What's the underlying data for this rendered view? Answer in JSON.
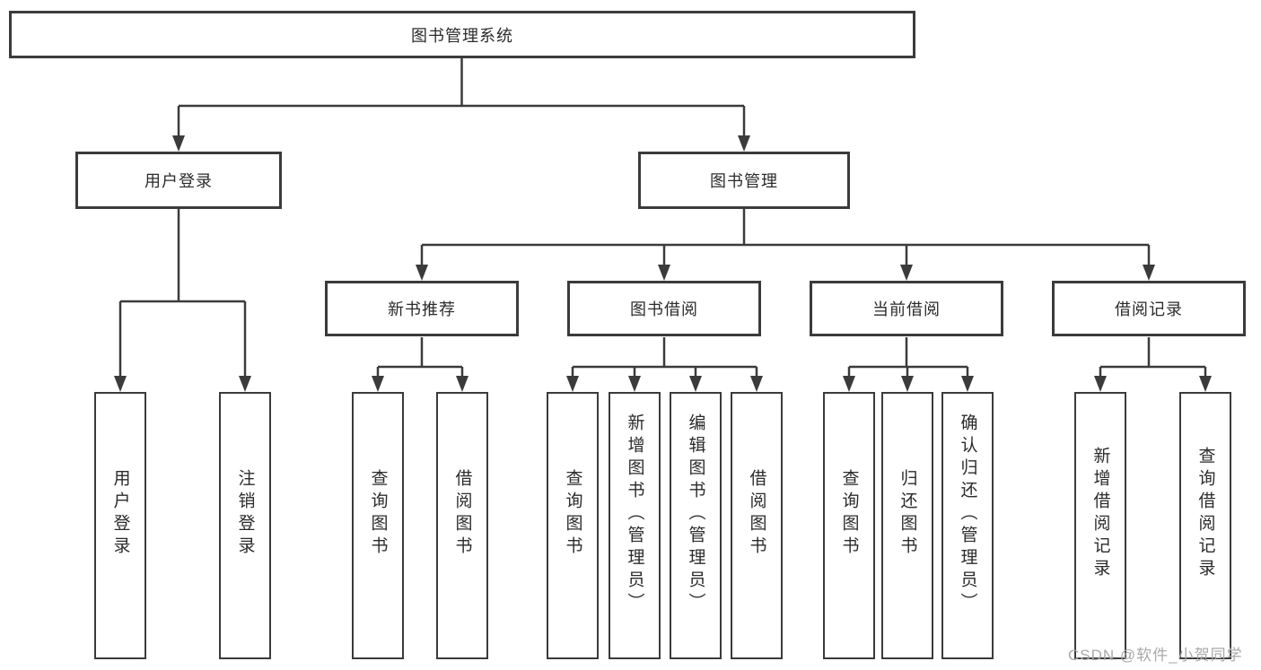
{
  "diagram": {
    "root": {
      "label": "图书管理系统"
    },
    "groups": [
      {
        "label": "用户登录",
        "children": [
          {
            "label": "用户登录"
          },
          {
            "label": "注销登录"
          }
        ]
      },
      {
        "label": "图书管理",
        "sections": [
          {
            "label": "新书推荐",
            "children": [
              {
                "label": "查询图书"
              },
              {
                "label": "借阅图书"
              }
            ]
          },
          {
            "label": "图书借阅",
            "children": [
              {
                "label": "查询图书"
              },
              {
                "label": "新增图书（管理员）"
              },
              {
                "label": "编辑图书（管理员）"
              },
              {
                "label": "借阅图书"
              }
            ]
          },
          {
            "label": "当前借阅",
            "children": [
              {
                "label": "查询图书"
              },
              {
                "label": "归还图书"
              },
              {
                "label": "确认归还（管理员）"
              }
            ]
          },
          {
            "label": "借阅记录",
            "children": [
              {
                "label": "新增借阅记录"
              },
              {
                "label": "查询借阅记录"
              }
            ]
          }
        ]
      }
    ],
    "colors": {
      "line": "#3b3b3b",
      "text": "#2b2b2b",
      "box_background": "#ffffff",
      "watermark": "#a9a9a9"
    }
  },
  "watermark": {
    "text": "CSDN @软件_小贺同学"
  }
}
